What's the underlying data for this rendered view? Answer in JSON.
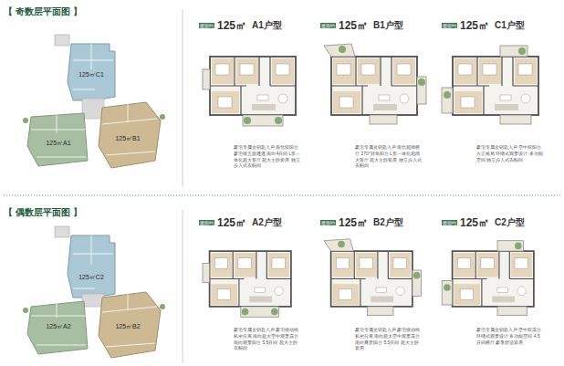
{
  "diagram": {
    "nodes": [
      {
        "text": [
          "125㎡C1"
        ]
      },
      {
        "text": [
          "125㎡A1"
        ]
      },
      {
        "text": [
          "125㎡B1"
        ]
      },
      {
        "text": [
          "建面约",
          "125㎡",
          "A1户型",
          "豪宅专属金钥匙入户 南北双阳台 豪宅级五面通透 南向4开间 L形一体化超大客厅 超大主卧套房 独立步入式衣帽间"
        ]
      },
      {
        "text": [
          "建面约",
          "125㎡",
          "B1户型",
          "豪宅专属金钥匙入户 南北超阔横厅 270°转角阳台 L形一体化超阔大客厅 超大主卧套房 独立步入式衣帽间"
        ]
      },
      {
        "text": [
          "建面约",
          "125㎡",
          "C1户型",
          "豪宅专属金钥匙入户 空中双阳台 方正格局 环绕式观景设计 多功能空间 独立步入式衣帽间"
        ]
      },
      {
        "text": [
          "125㎡C2"
        ]
      },
      {
        "text": [
          "125㎡A2"
        ]
      },
      {
        "text": [
          "125㎡B2"
        ]
      },
      {
        "text": [
          "建面约",
          "125㎡",
          "A2户型",
          "豪宅专属金钥匙入户 豪宅级动线 私密分离 南向超大空中观景露台 南向观景阳台 5.5开间 超大主卧衣帽间"
        ]
      },
      {
        "text": [
          "建面约",
          "125㎡",
          "B2户型",
          "豪宅专属金钥匙入户 豪宅级动线 私密分离 南向超大空中观景露台 南向尊贵阳台 5.5开间 超大主卧套房"
        ]
      },
      {
        "text": [
          "建面约",
          "125㎡",
          "C2户型",
          "豪宅专属金钥匙入户 空中双露台 环绕式观景设计 多功能空间 4.5开间横厅 豪享舒适套房"
        ]
      }
    ],
    "labels": [
      "【 奇数层平面图 】",
      "【 偶数层平面图 】"
    ]
  }
}
